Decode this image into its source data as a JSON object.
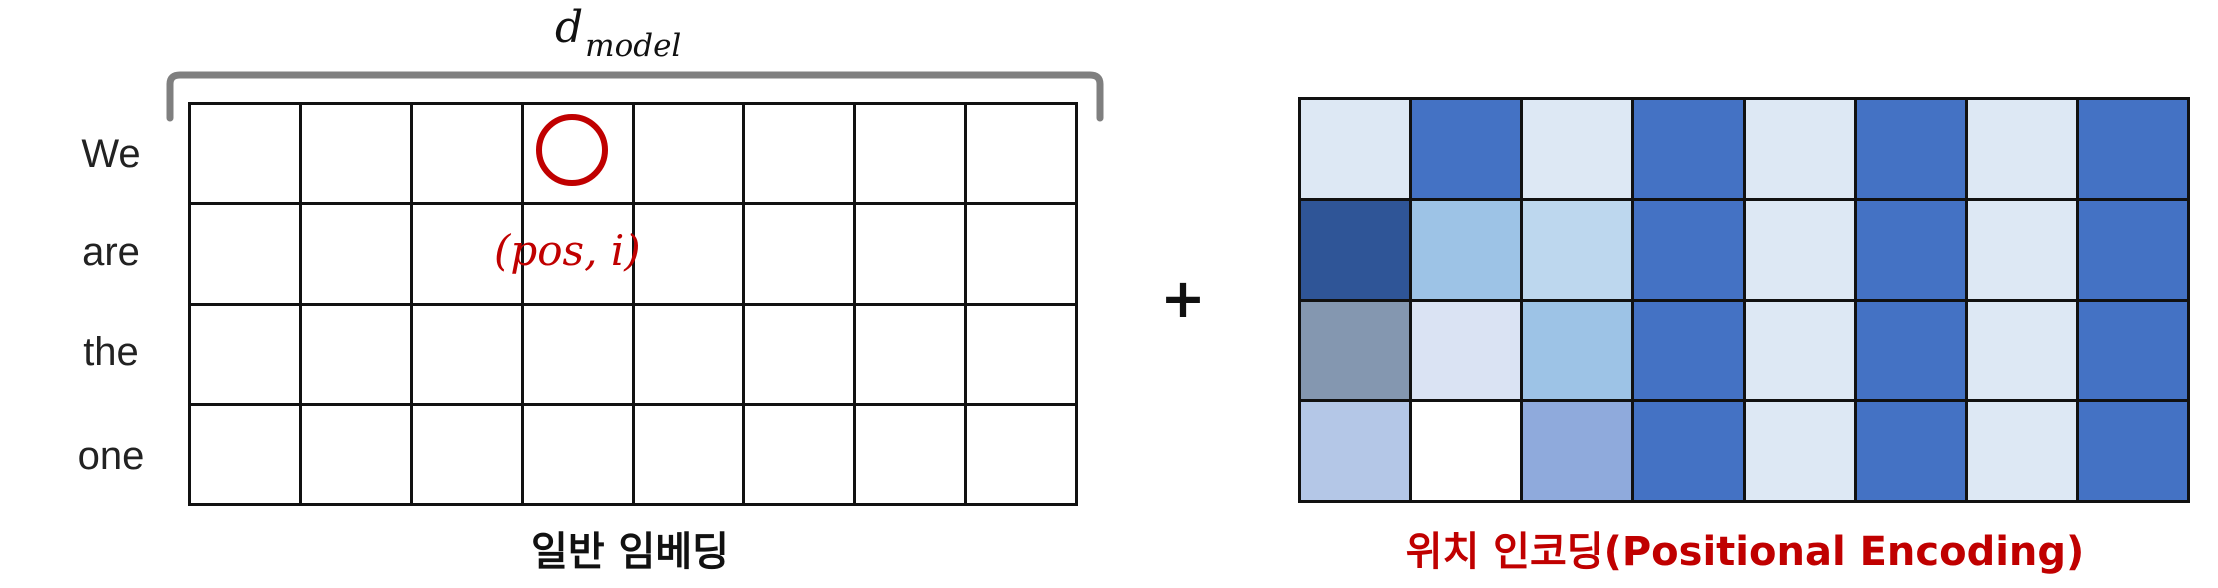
{
  "embedding": {
    "dim_label_main": "d",
    "dim_label_sub": "model",
    "rows": [
      "We",
      "are",
      "the",
      "one"
    ],
    "columns_count": 8,
    "marker_label": "(pos, i)",
    "caption": "일반 임베딩"
  },
  "operator": "+",
  "positional_encoding": {
    "caption": "위치 인코딩(Positional Encoding)",
    "colors": [
      [
        "#dde8f4",
        "#4472c4",
        "#dde8f4",
        "#4472c4",
        "#dde8f4",
        "#4472c4",
        "#dde8f4",
        "#4472c4"
      ],
      [
        "#2f5597",
        "#9dc3e6",
        "#bdd7ee",
        "#4472c4",
        "#dde8f4",
        "#4472c4",
        "#dde8f4",
        "#4472c4"
      ],
      [
        "#8497b0",
        "#dae3f3",
        "#9dc3e6",
        "#4472c4",
        "#dde8f4",
        "#4472c4",
        "#dde8f4",
        "#4472c4"
      ],
      [
        "#b4c7e7",
        "#ffffff",
        "#8faadc",
        "#4472c4",
        "#dde8f4",
        "#4472c4",
        "#dde8f4",
        "#4472c4"
      ]
    ]
  }
}
